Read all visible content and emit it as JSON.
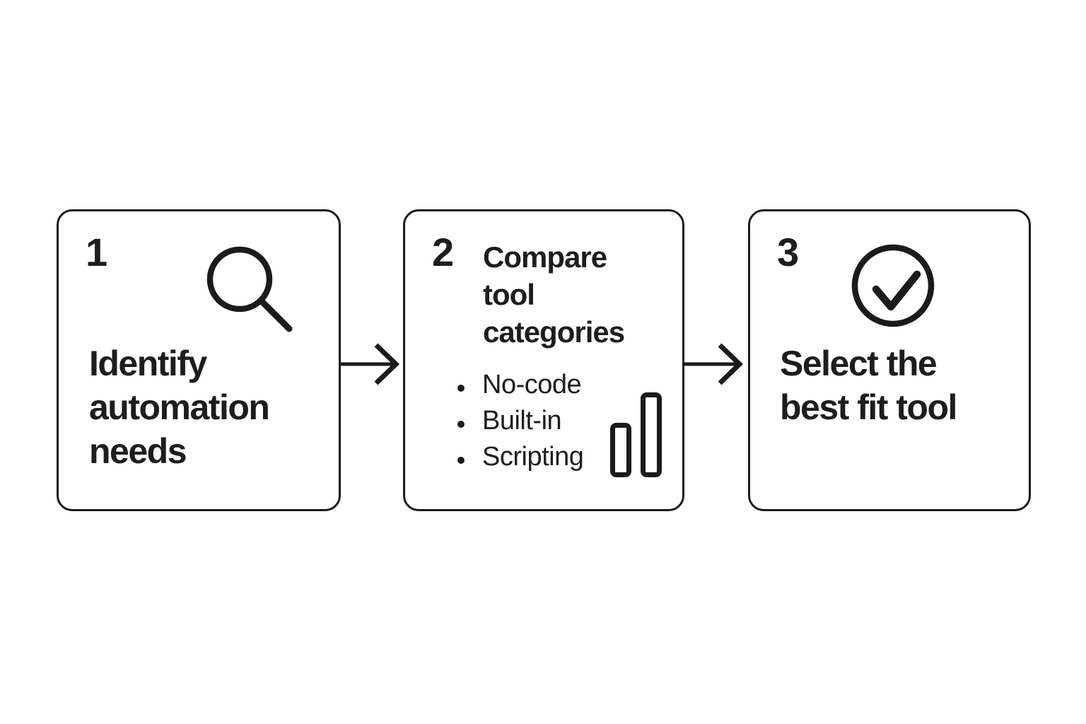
{
  "page": {
    "background_color": "#ffffff",
    "ink_color": "#1b1b1d",
    "kind": "three-step process diagram"
  },
  "steps": [
    {
      "number": "1",
      "icon": "magnifier-icon",
      "title": "Identify automation needs"
    },
    {
      "number": "2",
      "icon": "bar-chart-icon",
      "title": "Compare tool categories",
      "bullets": [
        "No-code",
        "Built-in",
        "Scripting"
      ]
    },
    {
      "number": "3",
      "icon": "check-circle-icon",
      "title": "Select the best fit tool"
    }
  ]
}
